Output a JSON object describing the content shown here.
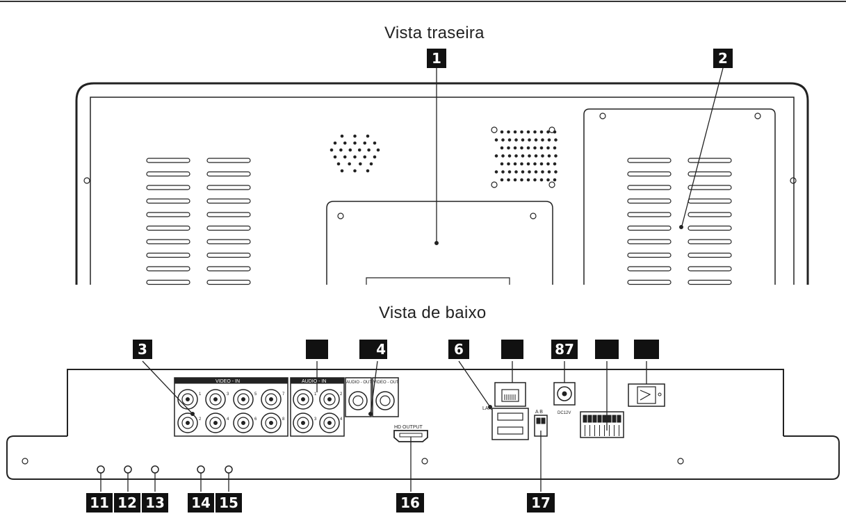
{
  "views": {
    "rear_title": "Vista traseira",
    "bottom_title": "Vista de baixo"
  },
  "panel_labels": {
    "video_in": "VIDEO - IN",
    "audio_in": "AUDIO - IN",
    "audio_out": "AUDIO - OUT",
    "video_out": "VIDEO - OUT",
    "hd_output": "HD OUTPUT",
    "lan": "LAN",
    "dc": "DC12V",
    "rs485": "A B",
    "video_ch": [
      "1",
      "3",
      "5",
      "7",
      "2",
      "4",
      "6",
      "8"
    ],
    "audio_ch": [
      "1",
      "2",
      "3",
      "4"
    ]
  },
  "callouts": {
    "c1": "1",
    "c2": "2",
    "c3": "3",
    "c4": "4",
    "c6": "6",
    "c87": "87",
    "c11": "11",
    "c12": "12",
    "c13": "13",
    "c14": "14",
    "c15": "15",
    "c16": "16",
    "c17": "17"
  }
}
